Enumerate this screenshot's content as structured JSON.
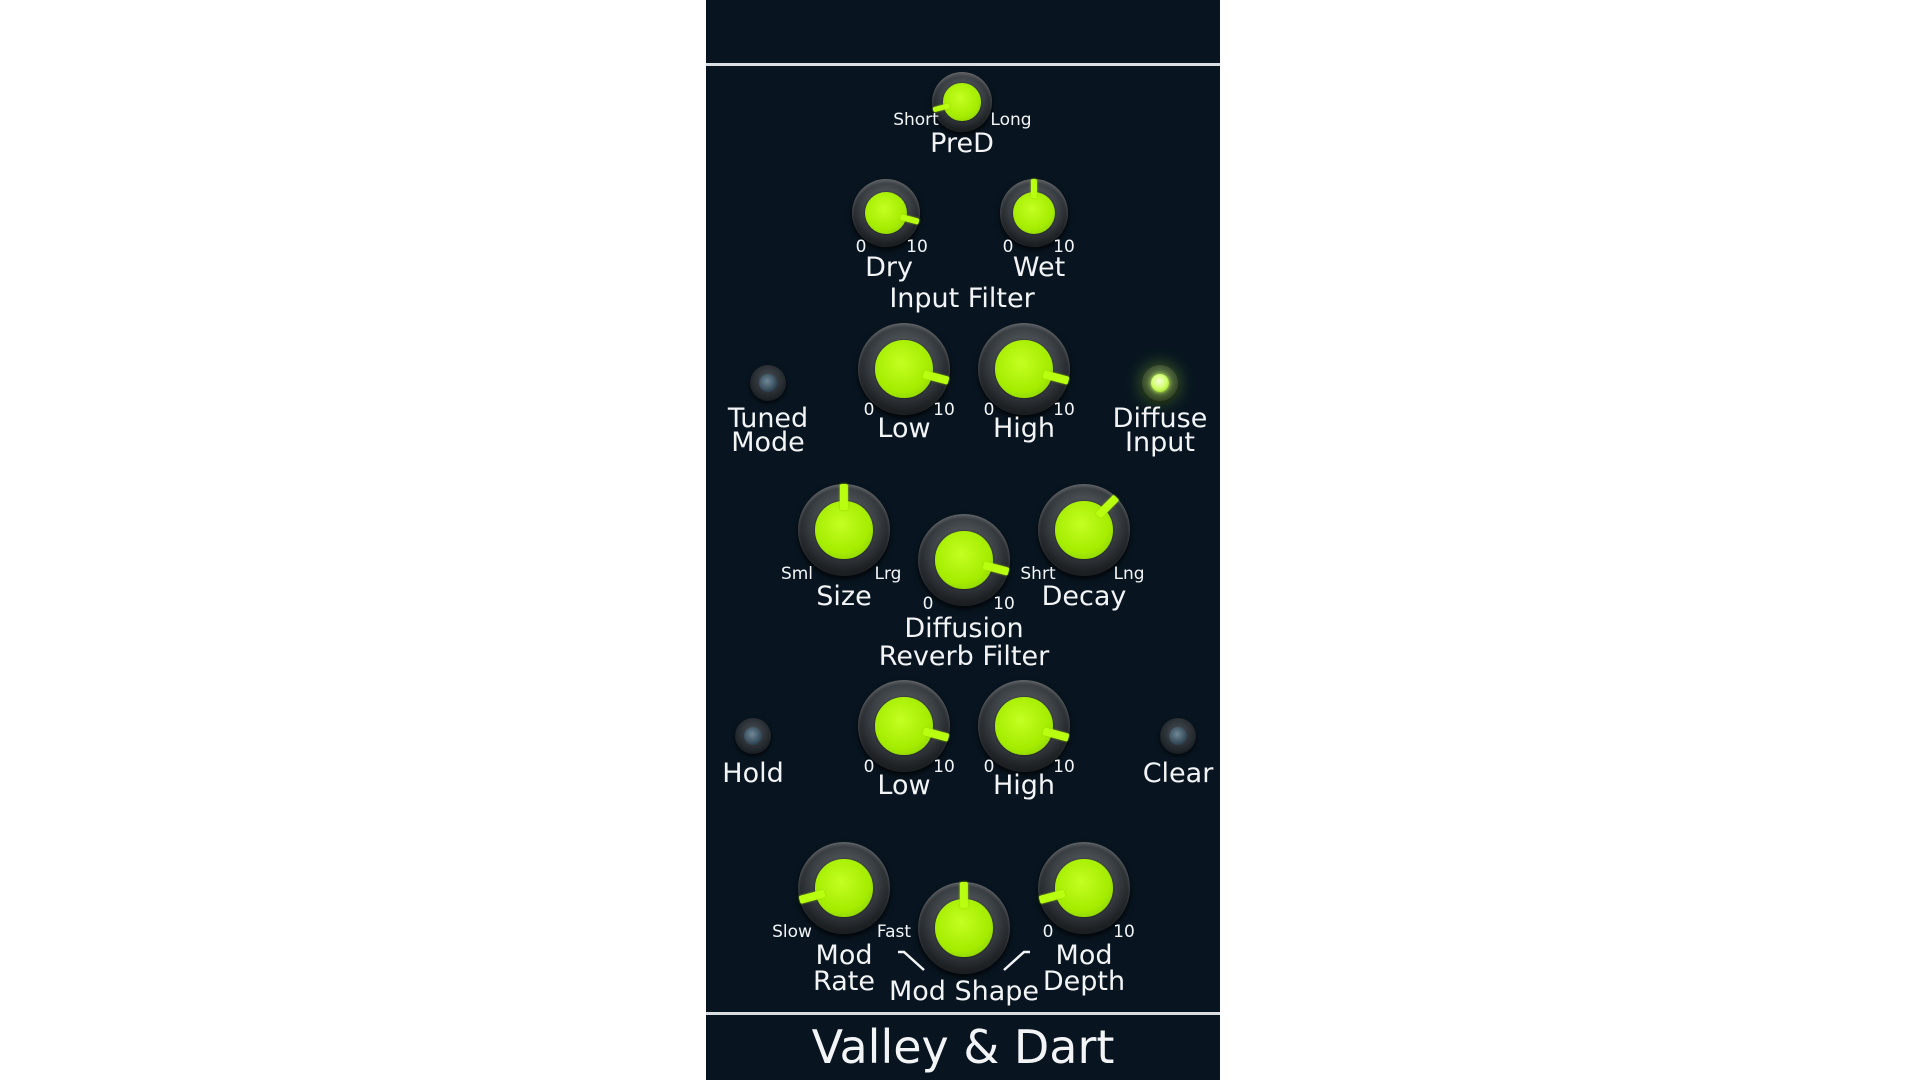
{
  "module": {
    "title": "Valley & Dart",
    "colors": {
      "panel": "#081520",
      "knob_cap": "#a4ec00",
      "text": "#f2f4f6",
      "line": "#d8dde2"
    }
  },
  "pred": {
    "label": "PreD",
    "min": "Short",
    "max": "Long",
    "value": 0.15
  },
  "dry": {
    "label": "Dry",
    "min": "0",
    "max": "10",
    "value": 0.85
  },
  "wet": {
    "label": "Wet",
    "min": "0",
    "max": "10",
    "value": 0.5
  },
  "input_filter": {
    "title": "Input Filter",
    "low": {
      "label": "Low",
      "min": "0",
      "max": "10",
      "value": 0.85
    },
    "high": {
      "label": "High",
      "min": "0",
      "max": "10",
      "value": 0.85
    }
  },
  "tuned_mode": {
    "label_line1": "Tuned",
    "label_line2": "Mode",
    "on": false
  },
  "diffuse_input": {
    "label_line1": "Diffuse",
    "label_line2": "Input",
    "on": true
  },
  "size": {
    "label": "Size",
    "min": "Sml",
    "max": "Lrg",
    "value": 0.5
  },
  "diffusion": {
    "label": "Diffusion",
    "min": "0",
    "max": "10",
    "value": 0.85
  },
  "decay": {
    "label": "Decay",
    "min": "Shrt",
    "max": "Lng",
    "value": 0.65
  },
  "reverb_filter": {
    "title": "Reverb Filter",
    "low": {
      "label": "Low",
      "min": "0",
      "max": "10",
      "value": 0.85
    },
    "high": {
      "label": "High",
      "min": "0",
      "max": "10",
      "value": 0.85
    }
  },
  "hold": {
    "label": "Hold",
    "on": false
  },
  "clear": {
    "label": "Clear",
    "on": false
  },
  "mod_rate": {
    "label_line1": "Mod",
    "label_line2": "Rate",
    "min": "Slow",
    "max": "Fast",
    "value": 0.15
  },
  "mod_shape": {
    "label": "Mod Shape",
    "value": 0.5
  },
  "mod_depth": {
    "label_line1": "Mod",
    "label_line2": "Depth",
    "min": "0",
    "max": "10",
    "value": 0.15
  }
}
